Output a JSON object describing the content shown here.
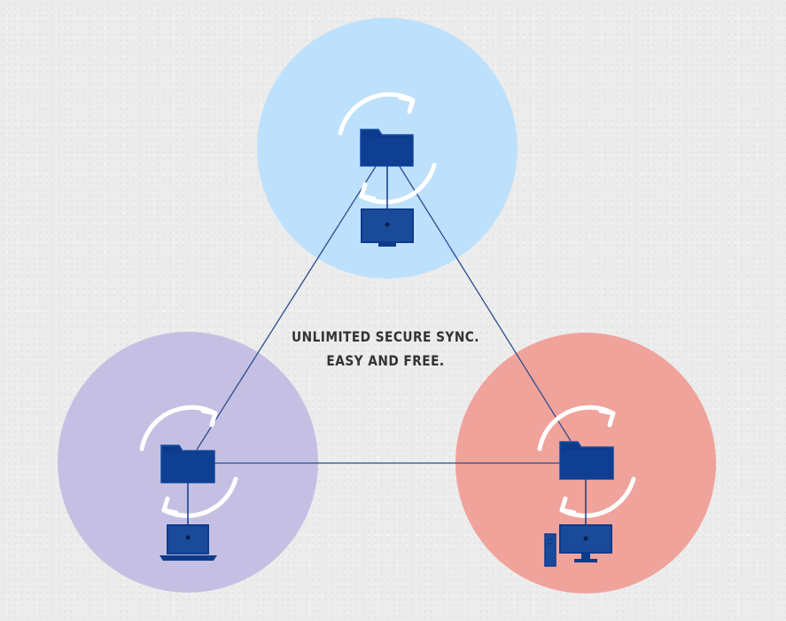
{
  "tagline": {
    "line1": "UNLIMITED SECURE SYNC.",
    "line2": "EASY AND FREE."
  },
  "colors": {
    "circle_top": "#bde0fc",
    "circle_left": "#c5c0e3",
    "circle_right": "#f0a39b",
    "icon_fill": "#0d3b8b",
    "icon_stroke": "#1a4fa0",
    "link_line": "#2a4d8f",
    "sync_arrow": "#ffffff",
    "text": "#333333"
  },
  "nodes": [
    {
      "id": "top",
      "device": "monitor-icon"
    },
    {
      "id": "left",
      "device": "laptop-icon"
    },
    {
      "id": "right",
      "device": "desktop-tower-icon"
    }
  ]
}
